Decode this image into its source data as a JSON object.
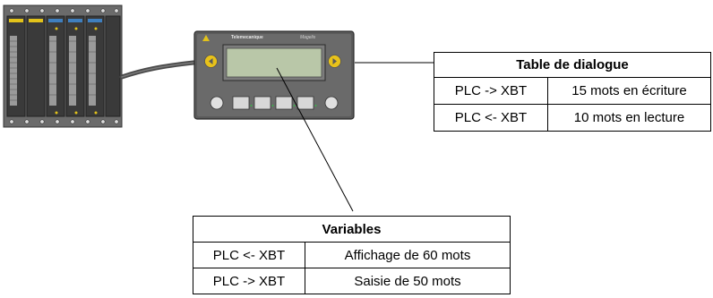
{
  "hmi": {
    "brand": "Telemecanique",
    "model": "Magelis"
  },
  "dialogue_table": {
    "title": "Table de dialogue",
    "rows": [
      {
        "direction": "PLC -> XBT",
        "value": "15 mots en écriture"
      },
      {
        "direction": "PLC <- XBT",
        "value": "10 mots en lecture"
      }
    ]
  },
  "variables_table": {
    "title": "Variables",
    "rows": [
      {
        "direction": "PLC <- XBT",
        "value": "Affichage de 60 mots"
      },
      {
        "direction": "PLC -> XBT",
        "value": "Saisie de 50 mots"
      }
    ]
  },
  "colors": {
    "rack_body": "#4a4a4a",
    "module_label": "#e2c21a",
    "hmi_body": "#5a5a5a",
    "lcd_screen": "#b9c7a8",
    "nav_button": "#e8c21a"
  }
}
